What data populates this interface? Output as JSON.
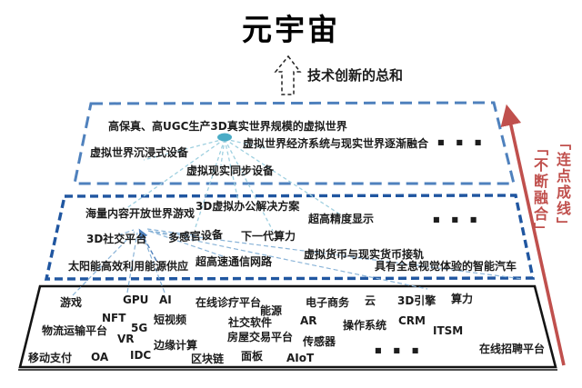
{
  "title": "元宇宙",
  "subtitle": "技术创新的总和",
  "ellipsis": "■ ■ ■",
  "side_note": {
    "line1": "「连点成线」",
    "line2": "「不断融合」"
  },
  "colors": {
    "accent_red": "#c0504d",
    "layer1_border": "#4f81bd",
    "layer2_border": "#2056a0",
    "foundation_border": "#141414",
    "fan_line": "#9fd0e0",
    "converge_line": "#8ab4d8",
    "node_fill": "#4bacc6"
  },
  "layer1": {
    "items": [
      "高保真、高UGC生产3D真实世界规模的虚拟世界",
      "虚拟世界沉浸式设备",
      "虚拟世界经济系统与现实世界逐渐融合",
      "虚拟现实同步设备"
    ]
  },
  "layer2": {
    "items": [
      "海量内容开放世界游戏",
      "3D虚拟办公解决方案",
      "超高精度显示",
      "3D社交平台",
      "多感官设备",
      "下一代算力",
      "太阳能高效利用能源供应",
      "超高速通信网路",
      "虚拟货币与现实货币接轨",
      "具有全息视觉体验的智能汽车"
    ]
  },
  "foundation": {
    "items": [
      "游戏",
      "GPU",
      "AI",
      "在线诊疗平台",
      "能源",
      "电子商务",
      "云",
      "3D引擎",
      "算力",
      "NFT",
      "短视频",
      "社交软件",
      "AR",
      "操作系统",
      "CRM",
      "物流运输平台",
      "5G",
      "ITSM",
      "VR",
      "边缘计算",
      "房屋交易平台",
      "传感器",
      "在线招聘平台",
      "移动支付",
      "OA",
      "IDC",
      "区块链",
      "面板",
      "AIoT"
    ]
  }
}
